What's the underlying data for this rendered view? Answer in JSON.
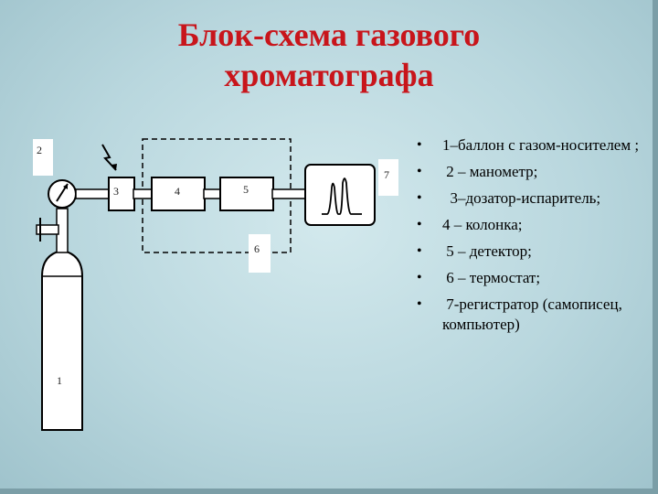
{
  "slide": {
    "title_line1": "Блок-схема газового",
    "title_line2": "хроматографа"
  },
  "diagram": {
    "labels": {
      "cylinder": "1",
      "manometer_box": "2",
      "doser": "3",
      "column": "4",
      "detector": "5",
      "thermostat": "6",
      "recorder_box": "7"
    },
    "colors": {
      "line": "#000000",
      "fill": "#ffffff",
      "title": "#c8151b"
    }
  },
  "legend": {
    "items": [
      "1–баллон с газом-носителем ;",
      " 2 – манометр;",
      "  3–дозатор-испаритель;",
      "4 – колонка;",
      " 5 – детектор;",
      " 6 – термостат;",
      " 7-регистратор (самописец, компьютер)"
    ]
  }
}
